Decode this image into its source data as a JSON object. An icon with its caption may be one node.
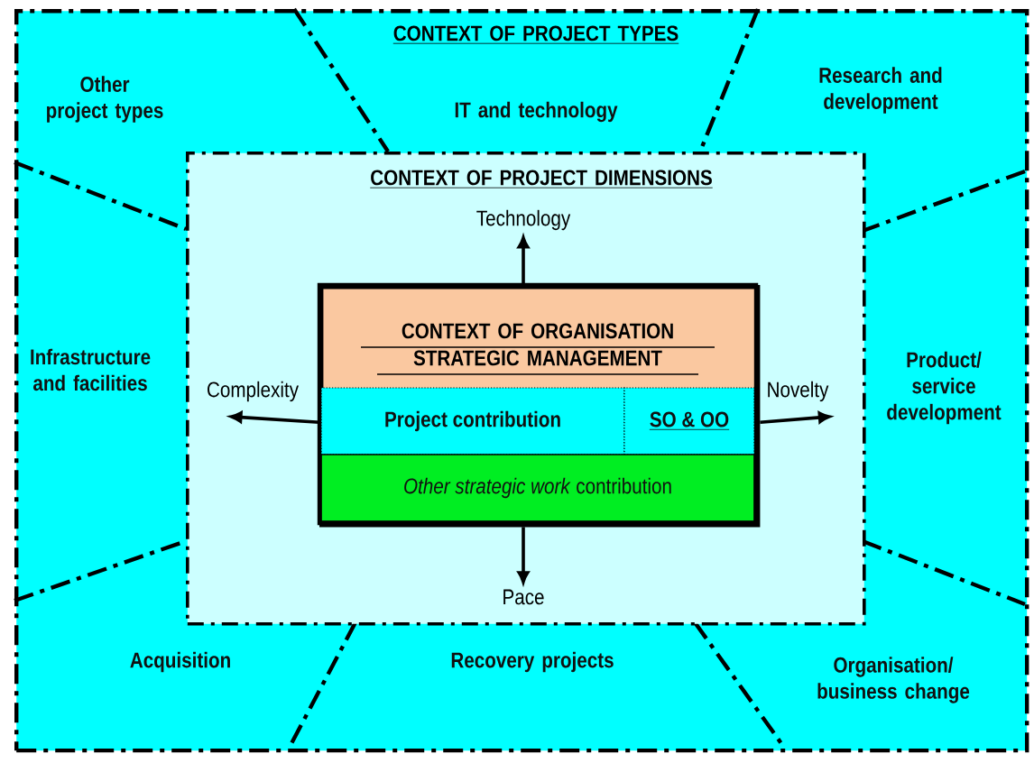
{
  "diagram": {
    "nodes": [
      {
        "text": [
          "CONTEXT OF PROJECT TYPES"
        ]
      },
      {
        "text": [
          "CONTEXT OF PROJECT DIMENSIONS"
        ],
        "in": 0
      },
      {
        "text": [
          "CONTEXT OF ORGANISATION STRATEGIC MANAGEMENT"
        ],
        "in": 1
      },
      {
        "text": [
          "Project contribution"
        ],
        "in": 2
      },
      {
        "text": [
          "SO & OO"
        ],
        "in": 2
      },
      {
        "text": [
          "*Other strategic work* contribution"
        ],
        "in": 2
      },
      {
        "text": [
          "Technology"
        ],
        "in": 1
      },
      {
        "text": [
          "Complexity"
        ],
        "in": 1
      },
      {
        "text": [
          "Novelty"
        ],
        "in": 1
      },
      {
        "text": [
          "Pace"
        ],
        "in": 1
      }
    ],
    "edges": [
      {
        "from": 2,
        "to": 6,
        "arrow": "to"
      },
      {
        "from": 2,
        "to": 7,
        "arrow": "to"
      },
      {
        "from": 2,
        "to": 8,
        "arrow": "to"
      },
      {
        "from": 2,
        "to": 9,
        "arrow": "to"
      }
    ],
    "labels": [
      "Other project types",
      "IT and technology",
      "Research and development",
      "Infrastructure and facilities",
      "Product/ service development",
      "Acquisition",
      "Recovery projects",
      "Organisation/ business change"
    ]
  }
}
